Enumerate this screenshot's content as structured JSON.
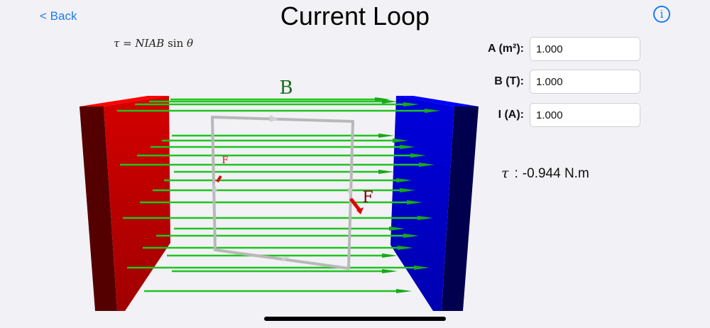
{
  "nav": {
    "back_label": "< Back",
    "title": "Current Loop",
    "info_icon": "info-circle-icon",
    "info_glyph": "i"
  },
  "formula": {
    "lhs": "τ",
    "eq": " = ",
    "rhs": "NIAB",
    "fn": " sin ",
    "angle": "θ"
  },
  "scene": {
    "field_label": "B",
    "force_label_left": "F",
    "force_label_right": "F",
    "colors": {
      "north_pole": "#cc0000",
      "south_pole": "#0000cc",
      "field_lines": "#1fc41f",
      "loop": "#b8b8b8",
      "force": "#e00000",
      "field_label": "#1a6e1a",
      "force_label": "#7a0000"
    }
  },
  "inputs": [
    {
      "label": "A (m²):",
      "value": "1.000"
    },
    {
      "label": "B (T):",
      "value": "1.000"
    },
    {
      "label": "I (A):",
      "value": "1.000"
    }
  ],
  "result": {
    "symbol": "τ",
    "separator": ":",
    "value": "-0.944 N.m"
  }
}
